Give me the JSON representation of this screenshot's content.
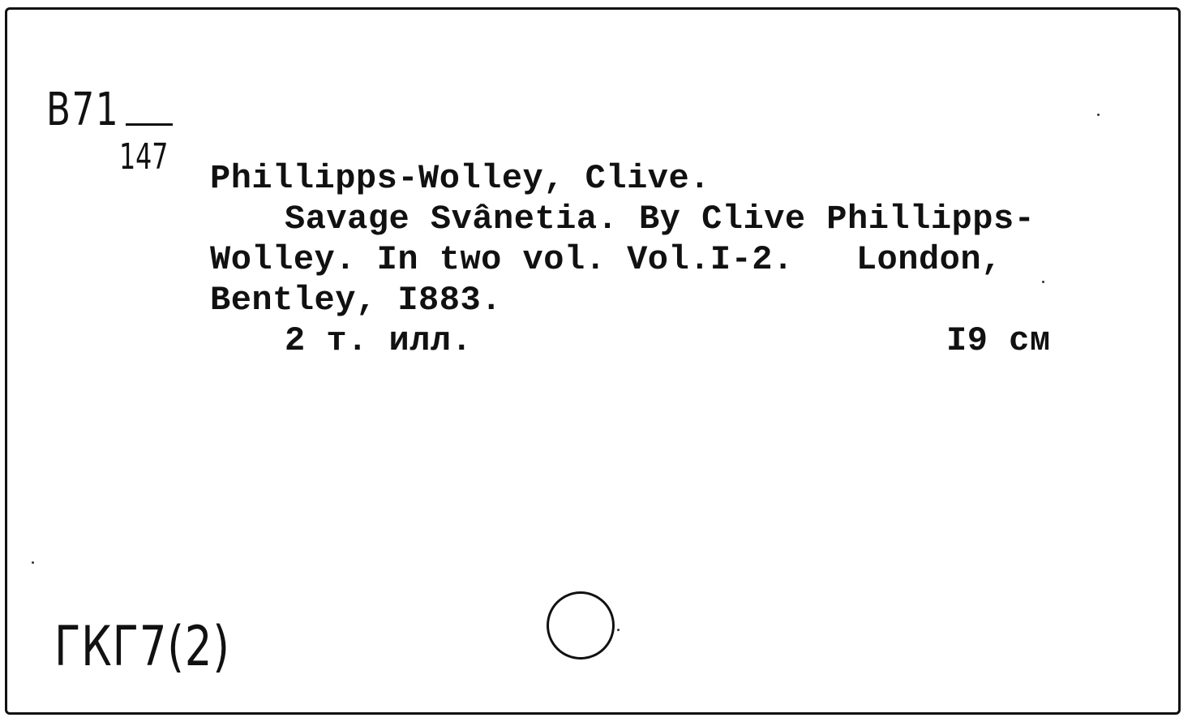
{
  "card": {
    "call_number_main": "B71",
    "call_number_sub": "147",
    "author": "Phillipps-Wolley, Clive.",
    "title_line": "Savage Svânetia. By Clive Phillipps-",
    "publication_line": "Wolley. In two vol. Vol.I-2.   London,",
    "publisher_line": "Bentley, I883.",
    "extent": "2 т. илл.",
    "size": "I9 см",
    "shelf_mark": "ГКГ7(2)"
  }
}
